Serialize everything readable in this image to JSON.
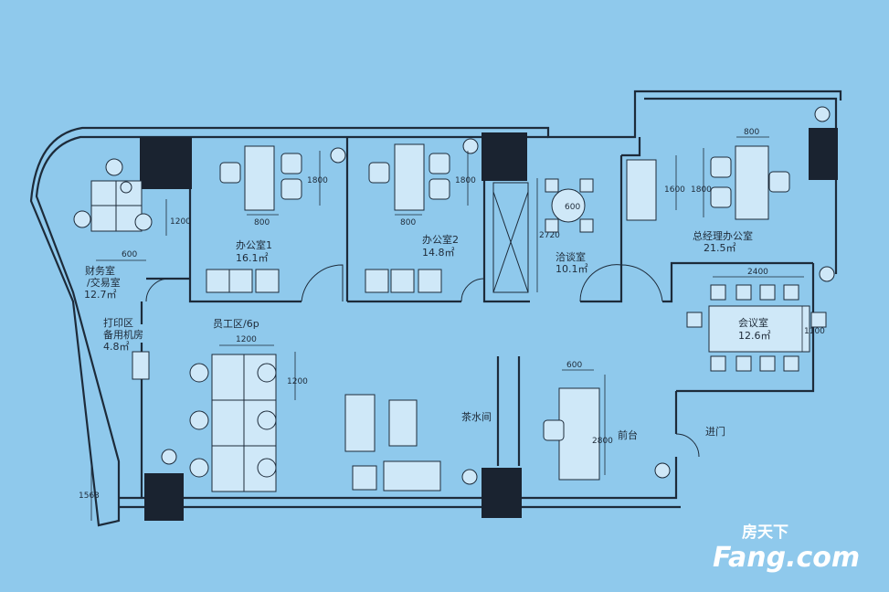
{
  "rooms": {
    "finance": {
      "name": "财务室",
      "name2": "/交易室",
      "area": "12.7㎡"
    },
    "office1": {
      "name": "办公室1",
      "area": "16.1㎡"
    },
    "office2": {
      "name": "办公室2",
      "area": "14.8㎡"
    },
    "negotiation": {
      "name": "洽谈室",
      "area": "10.1㎡"
    },
    "gm_office": {
      "name": "总经理办公室",
      "area": "21.5㎡"
    },
    "meeting": {
      "name": "会议室",
      "area": "12.6㎡"
    },
    "print": {
      "name": "打印区",
      "name2": "备用机房",
      "area": "4.8㎡"
    },
    "staff": {
      "name": "员工区/6p"
    },
    "tea": {
      "name": "茶水间"
    },
    "reception": {
      "name": "前台"
    },
    "entrance": {
      "name": "进门"
    }
  },
  "dimensions": {
    "finance_w": "600",
    "finance_h": "1200",
    "office1_w": "800",
    "office1_h": "1800",
    "office2_w": "800",
    "office2_h": "1800",
    "neg_table": "600",
    "neg_h": "2720",
    "gm_w": "800",
    "gm_h1": "1600",
    "gm_h2": "1800",
    "meeting_w": "2400",
    "meeting_h": "1100",
    "staff_w": "1200",
    "reception_w": "600",
    "reception_h": "2800",
    "left_bottom": "1563"
  },
  "watermark": {
    "cn": "房天下",
    "en": "Fang.com"
  },
  "colors": {
    "paper": "#8fc9ec",
    "line": "#1d2b3a",
    "column": "#1a2330"
  }
}
